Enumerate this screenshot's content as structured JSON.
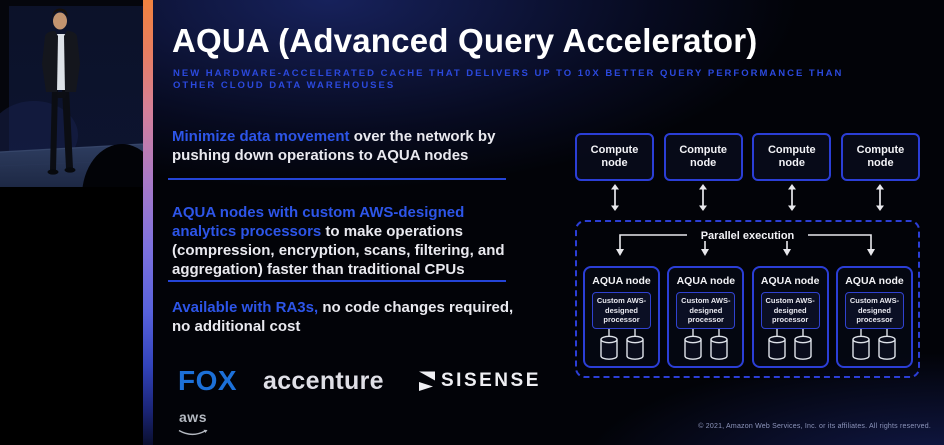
{
  "slide": {
    "title": "AQUA (Advanced Query Accelerator)",
    "subtitle_line1": "NEW HARDWARE-ACCELERATED CACHE THAT DELIVERS UP TO 10X BETTER QUERY PERFORMANCE THAN",
    "subtitle_line2": "OTHER CLOUD DATA WAREHOUSES",
    "bullets": [
      {
        "highlight": "Minimize data movement",
        "rest": " over the network by pushing down operations to AQUA nodes"
      },
      {
        "highlight": "AQUA nodes with custom AWS-designed analytics processors",
        "rest": " to make operations (compression, encryption, scans, filtering, and aggregation) faster than traditional CPUs"
      },
      {
        "highlight": "Available with RA3s,",
        "rest": " no code changes required, no additional cost"
      }
    ],
    "customer_logos": {
      "fox": "FOX",
      "accenture": "accenture",
      "sisense": "SISENSE"
    },
    "aws_logo": "aws",
    "copyright": "© 2021, Amazon Web Services, Inc. or its affiliates. All rights reserved."
  },
  "diagram": {
    "compute_nodes": [
      "Compute node",
      "Compute node",
      "Compute node",
      "Compute node"
    ],
    "parallel_label": "Parallel execution",
    "aqua_nodes": [
      {
        "title": "AQUA node",
        "processor": "Custom AWS-designed processor"
      },
      {
        "title": "AQUA node",
        "processor": "Custom AWS-designed processor"
      },
      {
        "title": "AQUA node",
        "processor": "Custom AWS-designed processor"
      },
      {
        "title": "AQUA node",
        "processor": "Custom AWS-designed processor"
      }
    ]
  },
  "colors": {
    "box_border_blue": "#2b3ed6",
    "highlight_blue": "#2d55e8",
    "subtitle_blue": "#2b49dd",
    "fox_blue": "#1c70d8",
    "strip_top_orange": "#f0823f",
    "strip_bottom_blue": "#1b2578"
  }
}
